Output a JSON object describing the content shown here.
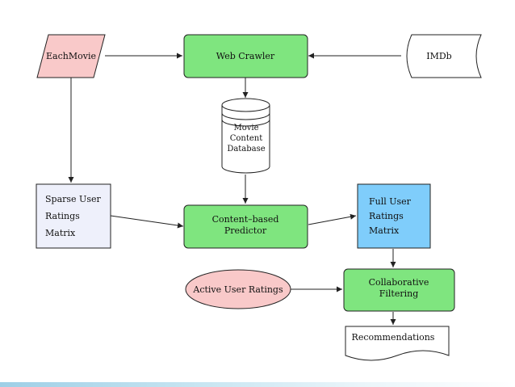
{
  "diagram": {
    "nodes": {
      "eachmovie": {
        "label": "EachMovie",
        "shape": "parallelogram",
        "fill": "#f9c9c9"
      },
      "web_crawler": {
        "label": "Web Crawler",
        "shape": "rounded-rect",
        "fill": "#7fe57f"
      },
      "imdb": {
        "label": "IMDb",
        "shape": "stored-data",
        "fill": "#ffffff"
      },
      "movie_db": {
        "lines": [
          "Movie",
          "Content",
          "Database"
        ],
        "shape": "cylinder",
        "fill": "#ffffff"
      },
      "sparse": {
        "lines": [
          "Sparse User",
          "Ratings",
          "Matrix"
        ],
        "shape": "rect",
        "fill": "#eef0fb"
      },
      "predictor": {
        "lines": [
          "Content–based",
          "Predictor"
        ],
        "shape": "rounded-rect",
        "fill": "#7fe57f"
      },
      "full": {
        "lines": [
          "Full User",
          "Ratings",
          "Matrix"
        ],
        "shape": "rect",
        "fill": "#7fcdfb"
      },
      "active": {
        "label": "Active User Ratings",
        "shape": "ellipse",
        "fill": "#f9c9c9"
      },
      "collab": {
        "lines": [
          "Collaborative",
          "Filtering"
        ],
        "shape": "rounded-rect",
        "fill": "#7fe57f"
      },
      "recs": {
        "label": "Recommendations",
        "shape": "document",
        "fill": "#ffffff"
      }
    },
    "edges": [
      {
        "from": "eachmovie",
        "to": "web_crawler"
      },
      {
        "from": "imdb",
        "to": "web_crawler"
      },
      {
        "from": "web_crawler",
        "to": "movie_db"
      },
      {
        "from": "movie_db",
        "to": "predictor"
      },
      {
        "from": "eachmovie",
        "to": "sparse"
      },
      {
        "from": "sparse",
        "to": "predictor"
      },
      {
        "from": "predictor",
        "to": "full"
      },
      {
        "from": "full",
        "to": "collab"
      },
      {
        "from": "active",
        "to": "collab"
      },
      {
        "from": "collab",
        "to": "recs"
      }
    ]
  }
}
